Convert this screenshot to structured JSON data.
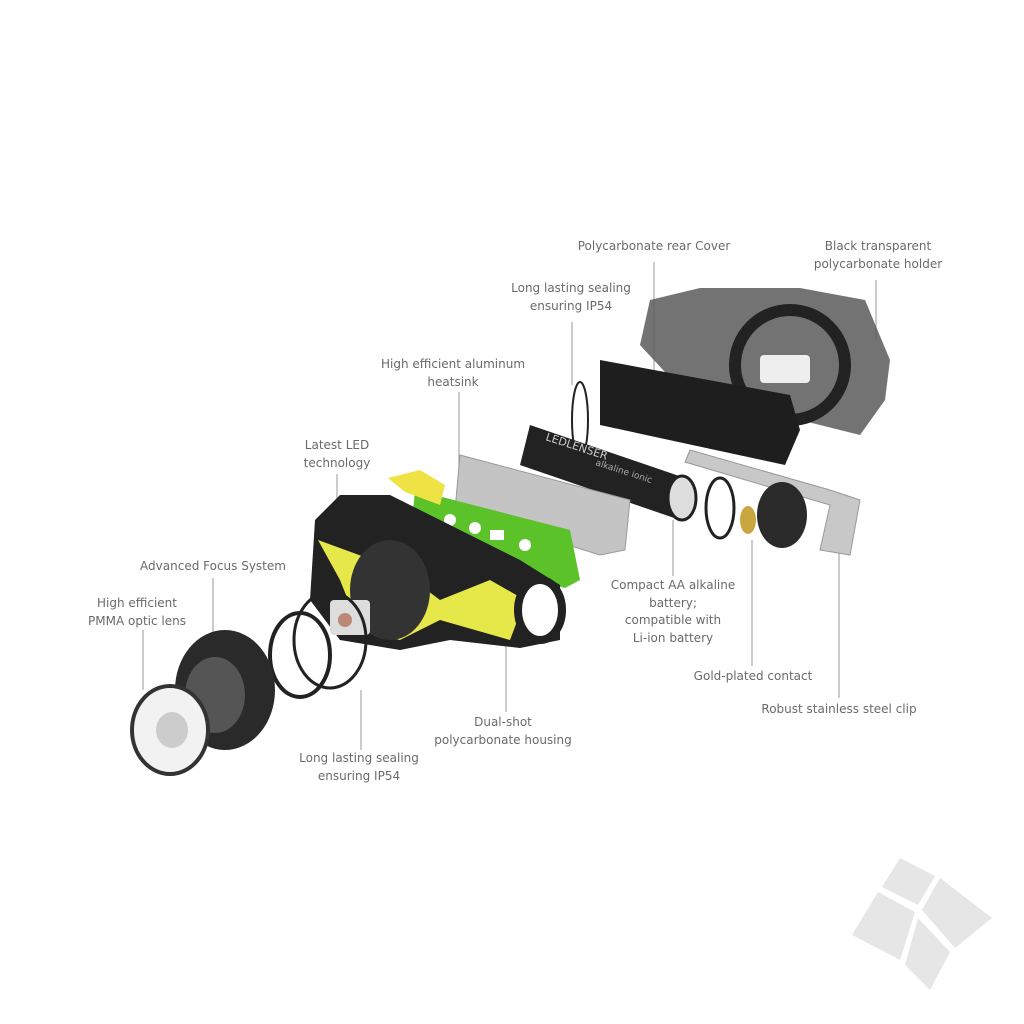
{
  "labels": {
    "rear_cover": [
      "Polycarbonate rear Cover"
    ],
    "holder": [
      "Black transparent",
      "polycarbonate holder"
    ],
    "sealing_top": [
      "Long lasting sealing",
      "ensuring IP54"
    ],
    "heatsink": [
      "High efficient aluminum",
      "heatsink"
    ],
    "led": [
      "Latest LED",
      "technology"
    ],
    "focus": [
      "Advanced Focus System"
    ],
    "lens": [
      "High efficient",
      "PMMA optic lens"
    ],
    "sealing_bottom": [
      "Long lasting sealing",
      "ensuring IP54"
    ],
    "housing": [
      "Dual-shot",
      "polycarbonate housing"
    ],
    "battery": [
      "Compact AA alkaline",
      "battery;",
      "compatible with",
      "Li-ion battery"
    ],
    "contact": [
      "Gold-plated contact"
    ],
    "clip": [
      "Robust stainless steel clip"
    ]
  },
  "battery_print": {
    "brand": "LEDLENSER",
    "type": "alkaline ionic"
  },
  "colors": {
    "housing_yellow": "#e6e84a",
    "pcb_green": "#5cc22a",
    "label_gray": "#6a6a6a",
    "line_gray": "#a0a0a0"
  }
}
